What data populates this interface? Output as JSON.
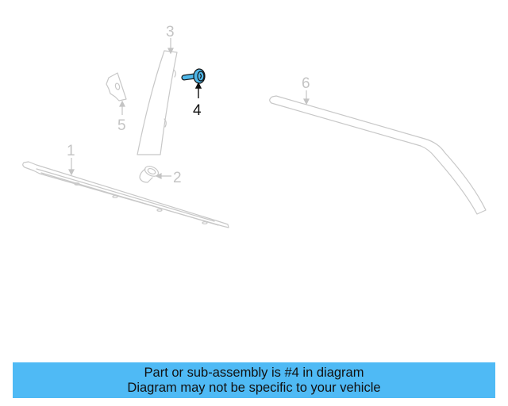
{
  "diagram": {
    "highlight_color": "#4fb8ea",
    "line_color": "#c8c8c8",
    "callouts": [
      {
        "id": 1,
        "label": "1"
      },
      {
        "id": 2,
        "label": "2"
      },
      {
        "id": 3,
        "label": "3"
      },
      {
        "id": 4,
        "label": "4",
        "highlighted": true
      },
      {
        "id": 5,
        "label": "5"
      },
      {
        "id": 6,
        "label": "6"
      }
    ]
  },
  "banner": {
    "line1": "Part or sub-assembly is #4 in diagram",
    "line2": "Diagram may not be specific to your vehicle",
    "background": "#4fbaf5"
  }
}
